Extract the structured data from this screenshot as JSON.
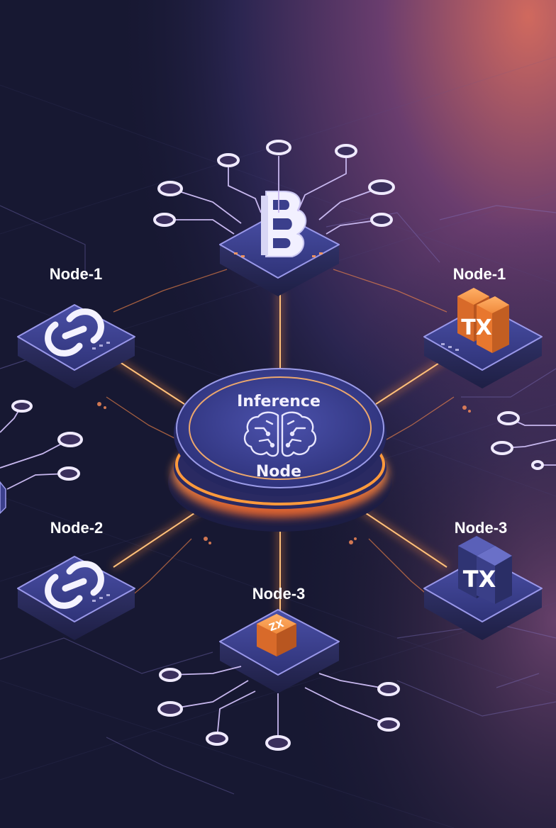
{
  "hub": {
    "line1": "Inference",
    "line2": "Node",
    "icon": "brain-icon"
  },
  "nodes": {
    "top_center": {
      "label": "",
      "icon": "blockchain-b-icon"
    },
    "upper_left": {
      "label": "Node-1",
      "icon": "chain-link-icon"
    },
    "upper_right": {
      "label": "Node-1",
      "icon": "tx-cube-icon",
      "badge": "TX"
    },
    "lower_left": {
      "label": "Node-2",
      "icon": "chain-link-icon"
    },
    "lower_right": {
      "label": "Node-3",
      "icon": "tx-cube-icon",
      "badge": "TX"
    },
    "bottom_center": {
      "label": "Node-3",
      "icon": "zk-cube-icon",
      "badge": "ZX"
    }
  },
  "colors": {
    "background_dark": "#171832",
    "background_glow": "#c9605a",
    "node_face": "#3b3f8c",
    "node_edge": "#8f8fe0",
    "glow_orange": "#ff9a3c",
    "cube_orange": "#e8772e",
    "cube_navy": "#2f3473"
  }
}
